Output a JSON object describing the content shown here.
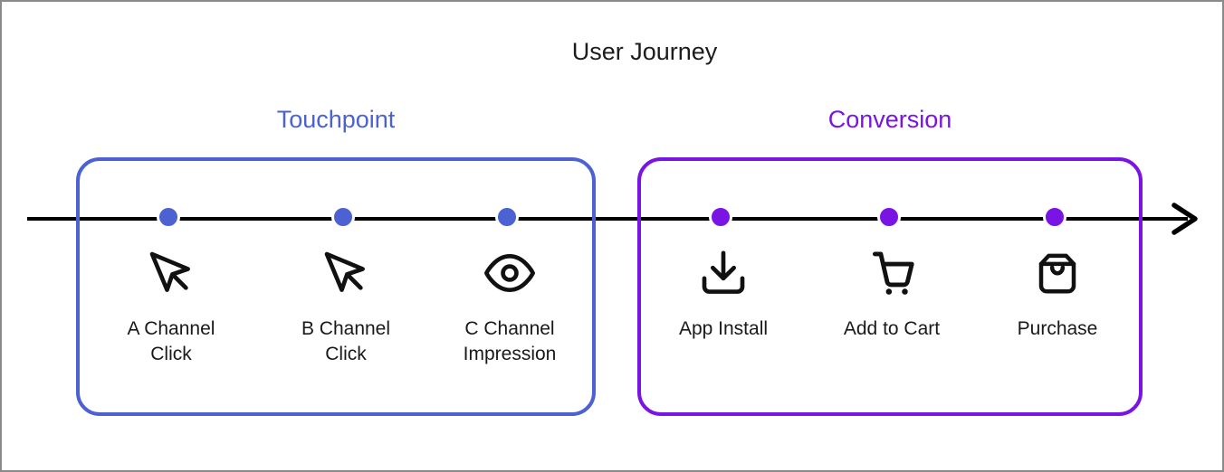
{
  "title": "User Journey",
  "frame": {
    "border_color": "#8a8a8a",
    "background": "#ffffff"
  },
  "timeline": {
    "color": "#000000",
    "arrow_direction": "right"
  },
  "groups": [
    {
      "label": "Touchpoint",
      "accent_color": "#4c62d3"
    },
    {
      "label": "Conversion",
      "accent_color": "#7a14e4"
    }
  ],
  "items": [
    {
      "label": "A Channel Click",
      "lines": [
        "A Channel",
        "Click"
      ],
      "icon": "mouse-pointer-icon",
      "group": "Touchpoint",
      "dot_color": "#4c62d3"
    },
    {
      "label": "B Channel Click",
      "lines": [
        "B Channel",
        "Click"
      ],
      "icon": "mouse-pointer-icon",
      "group": "Touchpoint",
      "dot_color": "#4c62d3"
    },
    {
      "label": "C Channel Impression",
      "lines": [
        "C Channel",
        "Impression"
      ],
      "icon": "eye-icon",
      "group": "Touchpoint",
      "dot_color": "#4c62d3"
    },
    {
      "label": "App Install",
      "lines": [
        "App Install"
      ],
      "icon": "download-icon",
      "group": "Conversion",
      "dot_color": "#7a14e4"
    },
    {
      "label": "Add to Cart",
      "lines": [
        "Add to Cart"
      ],
      "icon": "cart-icon",
      "group": "Conversion",
      "dot_color": "#7a14e4"
    },
    {
      "label": "Purchase",
      "lines": [
        "Purchase"
      ],
      "icon": "shopping-bag-icon",
      "group": "Conversion",
      "dot_color": "#7a14e4"
    }
  ]
}
